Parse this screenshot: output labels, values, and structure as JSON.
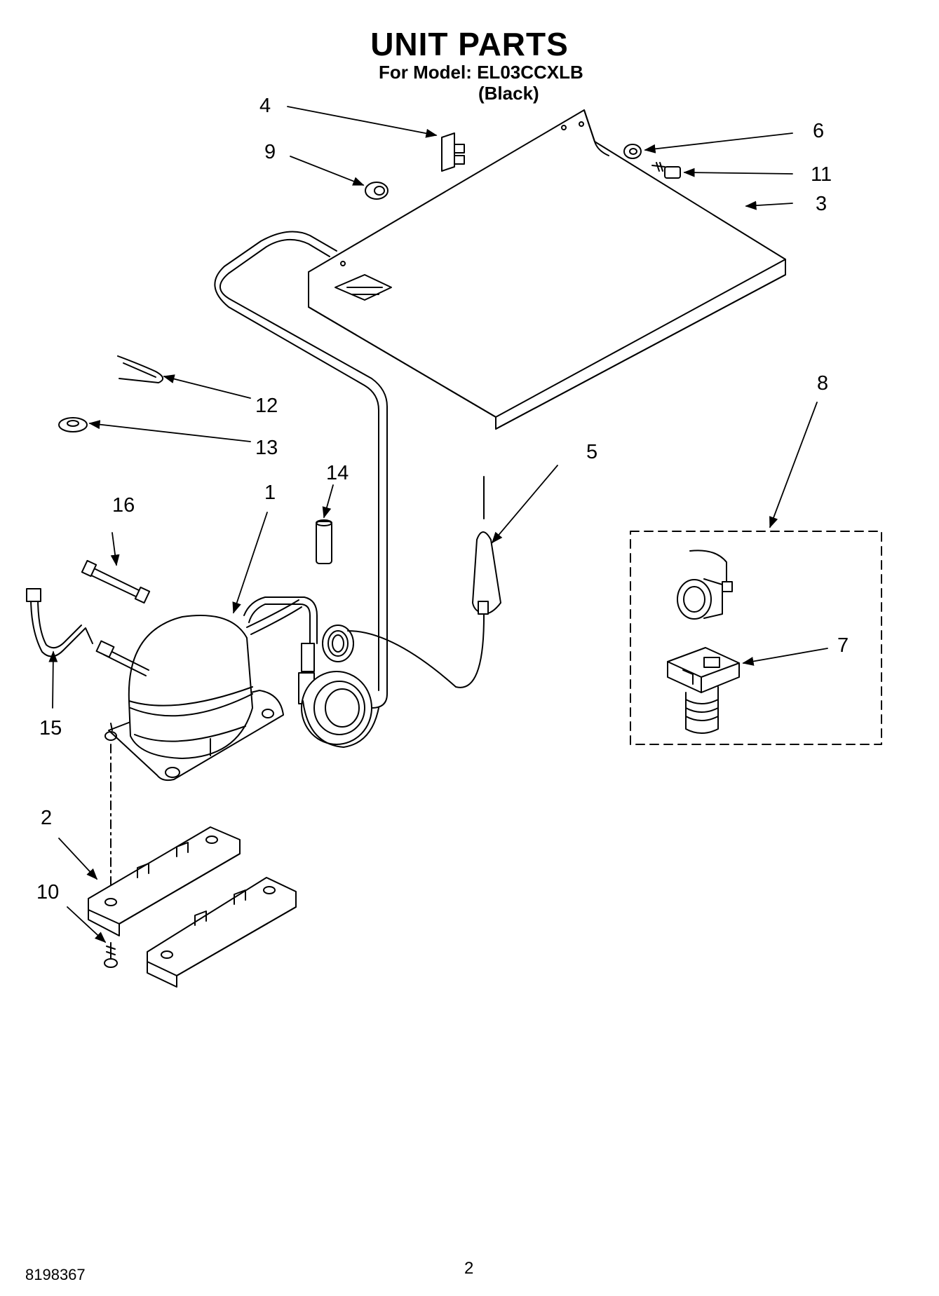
{
  "header": {
    "title": "UNIT PARTS",
    "model_line": "For Model: EL03CCXLB",
    "color_line": "(Black)"
  },
  "footer": {
    "doc_number": "8198367",
    "page_number": "2"
  },
  "callouts": [
    "1",
    "2",
    "3",
    "4",
    "5",
    "6",
    "7",
    "8",
    "9",
    "10",
    "11",
    "12",
    "13",
    "14",
    "15",
    "16"
  ]
}
